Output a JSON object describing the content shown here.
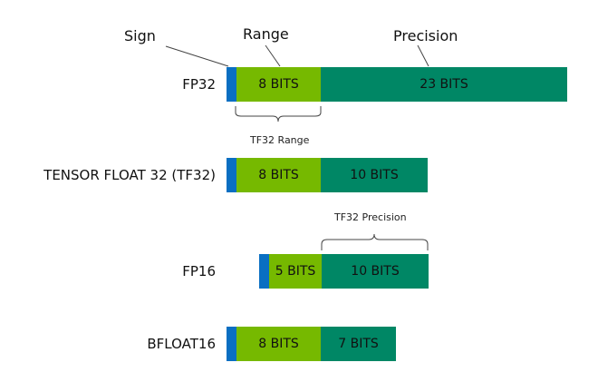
{
  "headers": {
    "sign": "Sign",
    "range": "Range",
    "precision": "Precision"
  },
  "rows": {
    "fp32": {
      "label": "FP32",
      "range_bits": "8 BITS",
      "precision_bits": "23 BITS"
    },
    "tf32": {
      "label": "TENSOR FLOAT 32 (TF32)",
      "range_bits": "8 BITS",
      "precision_bits": "10 BITS"
    },
    "fp16": {
      "label": "FP16",
      "range_bits": "5 BITS",
      "precision_bits": "10 BITS"
    },
    "bfloat16": {
      "label": "BFLOAT16",
      "range_bits": "8 BITS",
      "precision_bits": "7 BITS"
    }
  },
  "annotations": {
    "tf32_range": "TF32 Range",
    "tf32_precision": "TF32 Precision"
  },
  "colors": {
    "sign": "#0a6fc2",
    "range": "#76b900",
    "precision": "#008765"
  }
}
